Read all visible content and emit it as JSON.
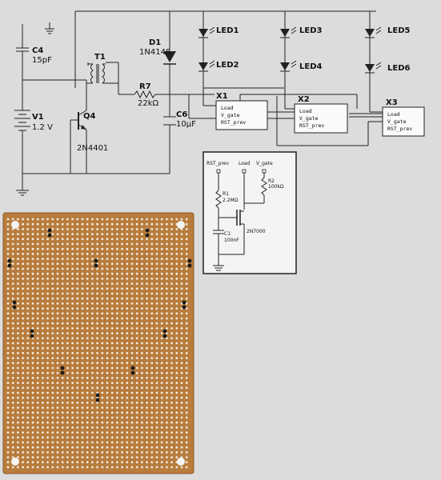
{
  "main_schematic": {
    "components": {
      "c4": {
        "ref": "C4",
        "value": "15pF"
      },
      "v1": {
        "ref": "V1",
        "value": "1.2 V"
      },
      "t1": {
        "ref": "T1"
      },
      "q4": {
        "ref": "Q4",
        "value": "2N4401"
      },
      "d1": {
        "ref": "D1",
        "value": "1N4148"
      },
      "r7": {
        "ref": "R7",
        "value": "22kΩ"
      },
      "c6": {
        "ref": "C6",
        "value": "10µF"
      }
    },
    "leds": [
      "LED1",
      "LED2",
      "LED3",
      "LED4",
      "LED5",
      "LED6"
    ],
    "subcircuits": [
      {
        "ref": "X1",
        "pins": [
          "Load",
          "V_gate",
          "RST_prev"
        ]
      },
      {
        "ref": "X2",
        "pins": [
          "Load",
          "V_gate",
          "RST_prev"
        ]
      },
      {
        "ref": "X3",
        "pins": [
          "Load",
          "V_gate",
          "RST_prev"
        ]
      }
    ]
  },
  "subcircuit_detail": {
    "ports": [
      "RST_prev",
      "Load",
      "V_gate"
    ],
    "r1": {
      "ref": "R1",
      "value": "2.2MΩ"
    },
    "r2": {
      "ref": "R2",
      "value": "100kΩ"
    },
    "c1": {
      "ref": "C1",
      "value": "100nF"
    },
    "mosfet": {
      "value": "2N7000"
    }
  },
  "perfboard": {
    "board_color": "#b87c3c",
    "pad_color": "#f0ece4"
  }
}
